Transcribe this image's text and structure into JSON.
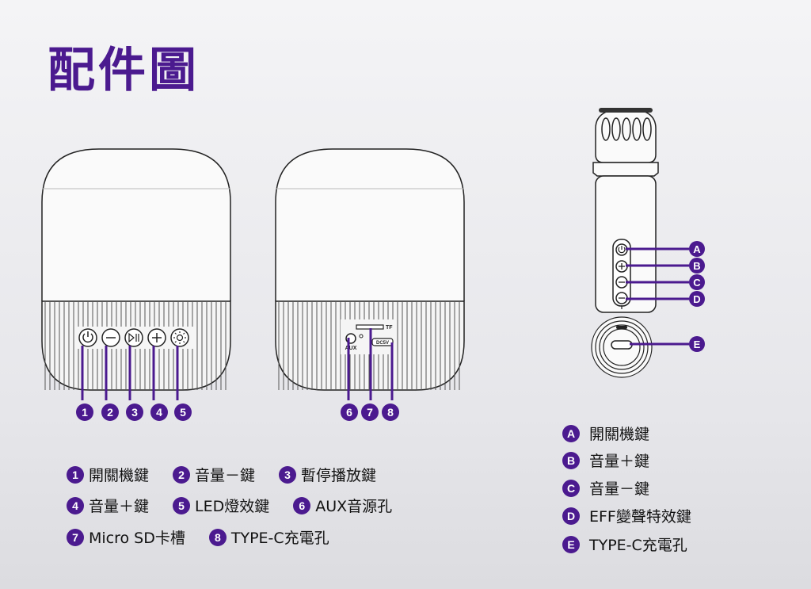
{
  "title": "配件圖",
  "speaker_front": {
    "numbers": [
      "1",
      "2",
      "3",
      "4",
      "5"
    ]
  },
  "speaker_back": {
    "numbers": [
      "6",
      "7",
      "8"
    ],
    "port_labels": {
      "aux": "AUX",
      "tf": "TF",
      "dc": "DC5V"
    }
  },
  "mic": {
    "letters": [
      "A",
      "B",
      "C",
      "D",
      "E"
    ]
  },
  "legend": {
    "rows": [
      [
        {
          "num": "1",
          "label": "開關機鍵"
        },
        {
          "num": "2",
          "label": "音量－鍵"
        },
        {
          "num": "3",
          "label": "暫停播放鍵"
        }
      ],
      [
        {
          "num": "4",
          "label": "音量＋鍵"
        },
        {
          "num": "5",
          "label": "LED燈效鍵"
        },
        {
          "num": "6",
          "label": "AUX音源孔"
        }
      ],
      [
        {
          "num": "7",
          "label": "Micro SD卡槽"
        },
        {
          "num": "8",
          "label": "TYPE-C充電孔"
        }
      ]
    ]
  },
  "mic_legend": [
    {
      "letter": "A",
      "label": "開關機鍵"
    },
    {
      "letter": "B",
      "label": "音量＋鍵"
    },
    {
      "letter": "C",
      "label": "音量－鍵"
    },
    {
      "letter": "D",
      "label": "EFF變聲特效鍵"
    },
    {
      "letter": "E",
      "label": "TYPE-C充電孔"
    }
  ],
  "colors": {
    "accent": "#4b1a8f",
    "line": "#222222"
  }
}
